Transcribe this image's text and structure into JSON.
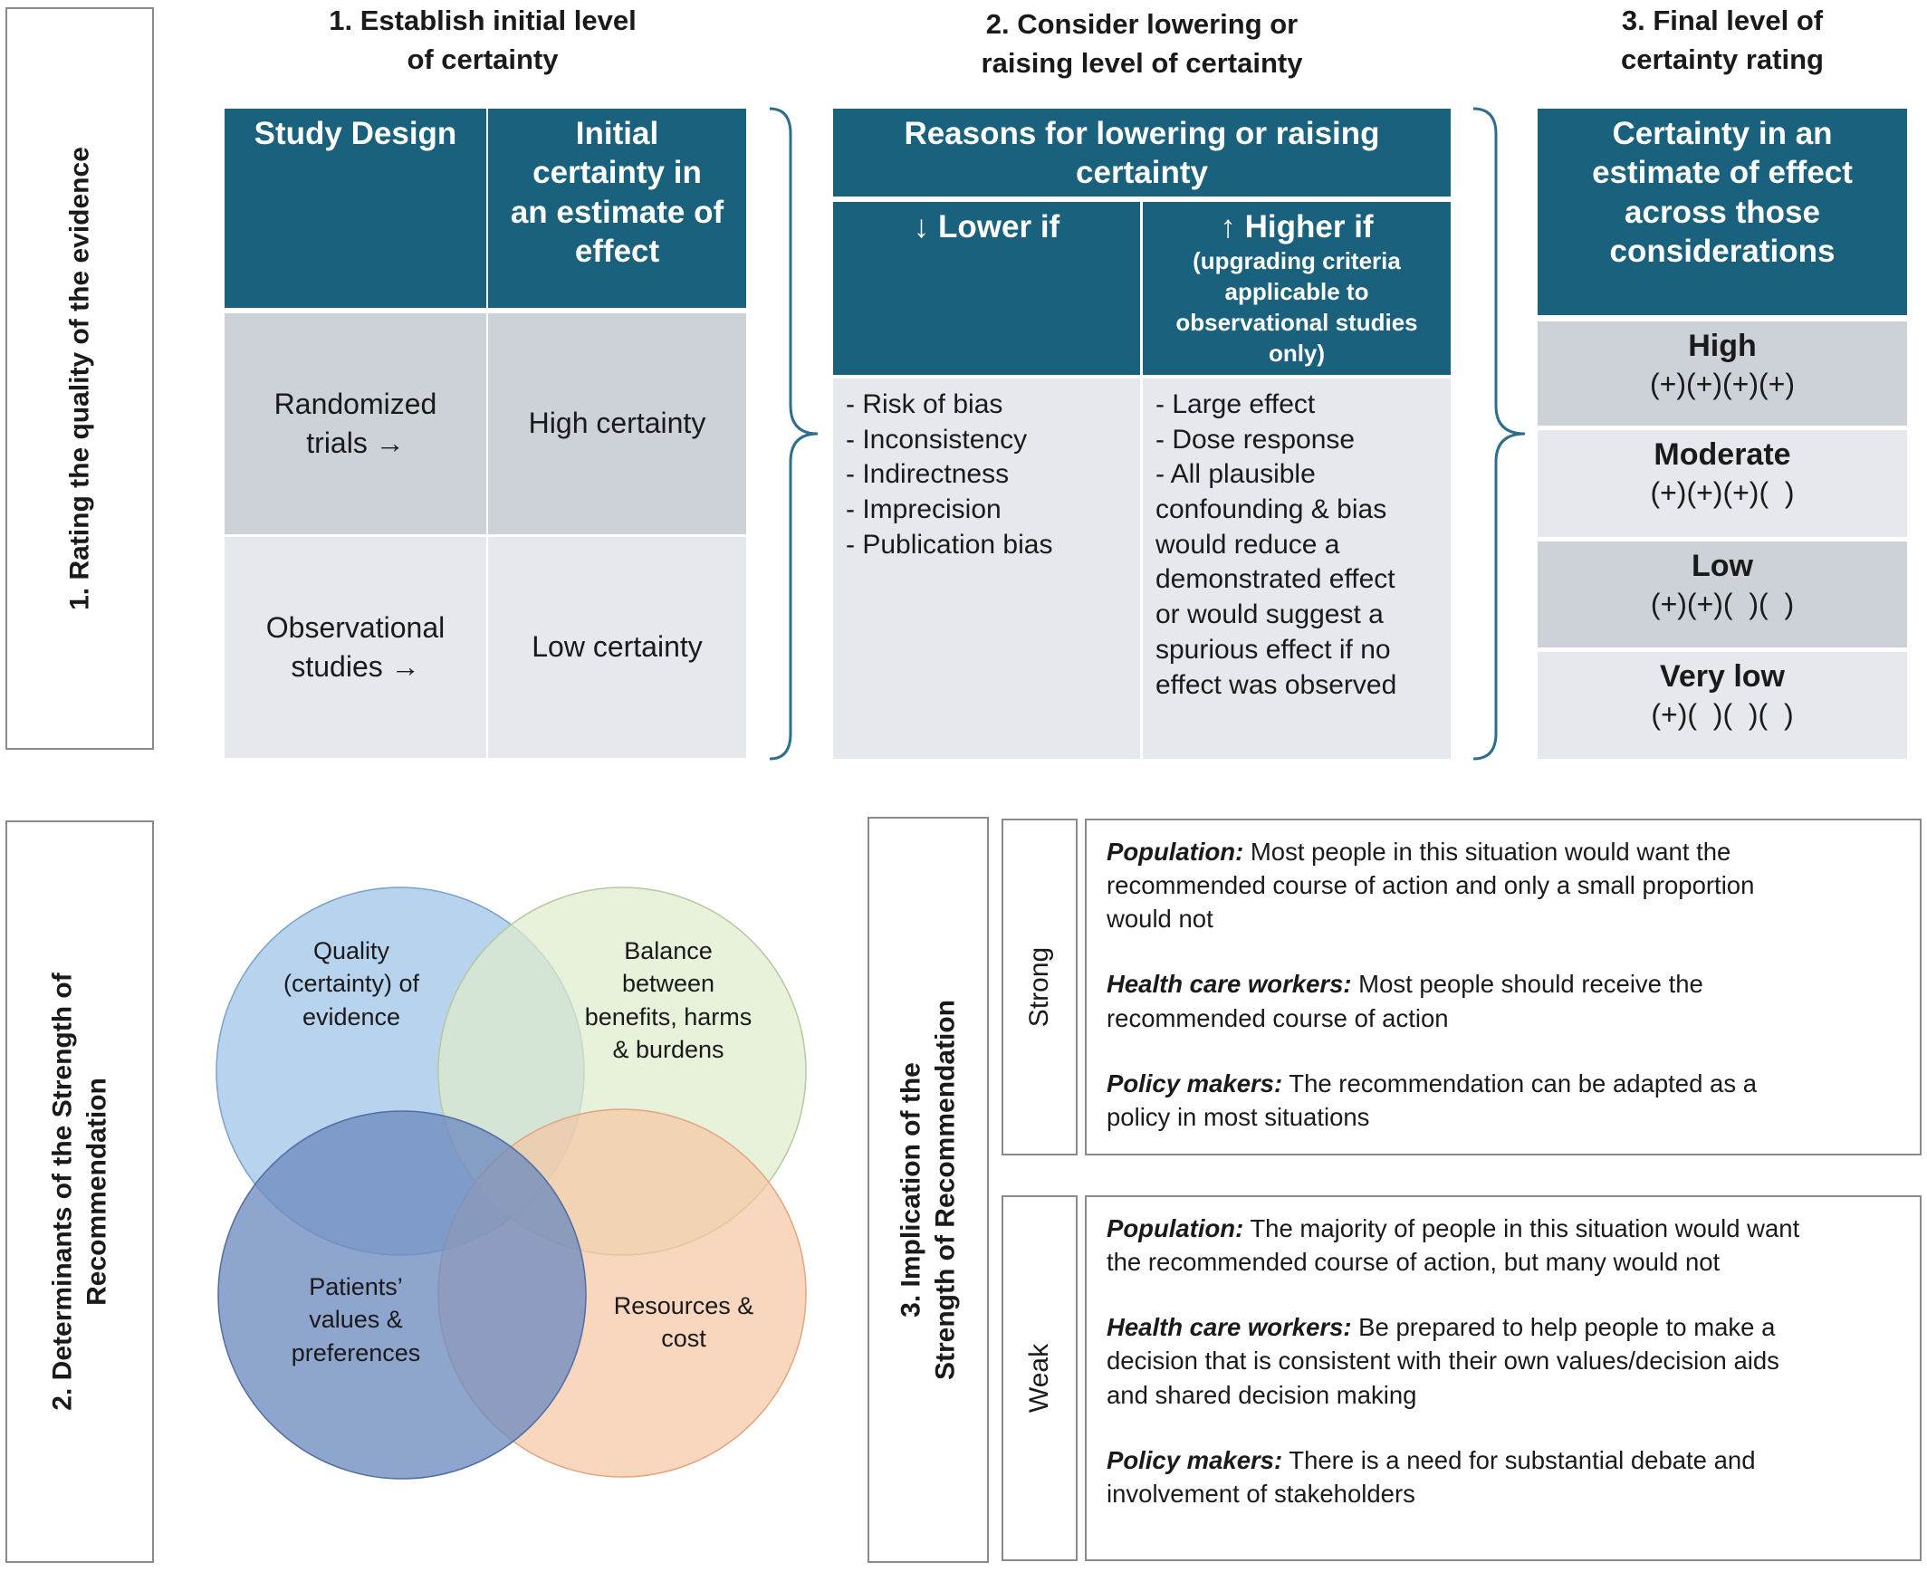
{
  "section_left": {
    "rating_quality": "1. Rating the quality of the evidence",
    "determinants_line1": "2. Determinants of the Strength of",
    "determinants_line2": "Recommendation"
  },
  "step1": {
    "title_line1": "1. Establish initial level",
    "title_line2": "of certainty",
    "header_col1": "Study Design",
    "header_col2_l1": "Initial",
    "header_col2_l2": "certainty in",
    "header_col2_l3": "an estimate of",
    "header_col2_l4": "effect",
    "rows": [
      {
        "design_l1": "Randomized",
        "design_l2": "trials →",
        "certainty": "High certainty"
      },
      {
        "design_l1": "Observational",
        "design_l2": "studies →",
        "certainty": "Low certainty"
      }
    ]
  },
  "step2": {
    "title_line1": "2. Consider lowering or",
    "title_line2": "raising level of certainty",
    "header_l1": "Reasons for lowering or raising",
    "header_l2": "certainty",
    "lower_label": "↓ Lower if",
    "higher_label": "↑ Higher if",
    "higher_note_l1": "(upgrading criteria",
    "higher_note_l2": "applicable to",
    "higher_note_l3": "observational studies",
    "higher_note_l4": "only)",
    "lower_items": [
      "- Risk of bias",
      "- Inconsistency",
      "- Indirectness",
      "- Imprecision",
      "- Publication bias"
    ],
    "higher_items": [
      "- Large effect",
      "- Dose response",
      "- All plausible",
      "confounding & bias",
      "would reduce a",
      "demonstrated effect",
      "or would suggest a",
      "spurious effect if no",
      "effect was observed"
    ]
  },
  "step3": {
    "title_line1": "3. Final level of",
    "title_line2": "certainty rating",
    "header_l1": "Certainty in an",
    "header_l2": "estimate of effect",
    "header_l3": "across those",
    "header_l4": "considerations",
    "levels": [
      {
        "name": "High",
        "symbols": "(+)(+)(+)(+)"
      },
      {
        "name": "Moderate",
        "symbols": "(+)(+)(+)(  )"
      },
      {
        "name": "Low",
        "symbols": "(+)(+)(  )(  )"
      },
      {
        "name": "Very low",
        "symbols": "(+)(  )(  )(  )"
      }
    ]
  },
  "venn": {
    "quality_l1": "Quality",
    "quality_l2": "(certainty) of",
    "quality_l3": "evidence",
    "balance_l1": "Balance",
    "balance_l2": "between",
    "balance_l3": "benefits, harms",
    "balance_l4": "& burdens",
    "patients_l1": "Patients’",
    "patients_l2": "values &",
    "patients_l3": "preferences",
    "resources_l1": "Resources &",
    "resources_l2": "cost",
    "colors": {
      "quality": "#9fc4e8",
      "balance": "#dfeccc",
      "patients": "#6e8cbf",
      "resources": "#f6c4a0"
    }
  },
  "implication": {
    "title_line1": "3. Implication of the",
    "title_line2": "Strength of Recommendation",
    "strong_label": "Strong",
    "weak_label": "Weak",
    "strong": {
      "population_label": "Population:",
      "population_l1": " Most people in this situation would want the",
      "population_l2": "recommended course of action and only a small proportion",
      "population_l3": "would not",
      "hcw_label": "Health care workers:",
      "hcw_l1": " Most people should receive the",
      "hcw_l2": "recommended course of action",
      "policy_label": "Policy makers:",
      "policy_l1": " The recommendation can be adapted as a",
      "policy_l2": "policy in most situations"
    },
    "weak": {
      "population_label": "Population:",
      "population_l1": " The majority of people in this situation would want",
      "population_l2": "the recommended course of action, but many would not",
      "hcw_label": "Health care workers:",
      "hcw_l1": " Be prepared to help people to make a",
      "hcw_l2": "decision that is consistent with their own values/decision aids",
      "hcw_l3": "and shared decision making",
      "policy_label": "Policy makers:",
      "policy_l1": " There is a need for substantial debate and",
      "policy_l2": "involvement of stakeholders"
    }
  }
}
